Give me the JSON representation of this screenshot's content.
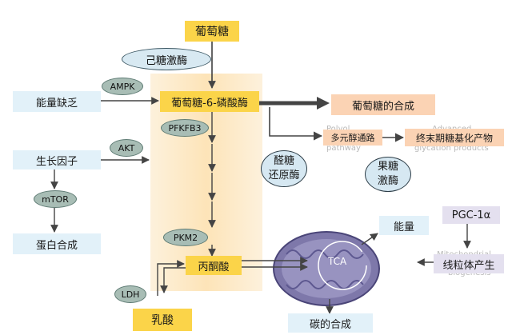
{
  "nodes": {
    "glucose": "葡萄糖",
    "hexokinase": "己糖激酶",
    "ampk": "AMPK",
    "energy_deficit": "能量缺乏",
    "g6p": "葡萄糖-6-磷酸酶",
    "glucose_synthesis": "葡萄糖的合成",
    "pfkfb3": "PFKFB3",
    "polyol_pathway": "多元醇通路",
    "ages": "终末期糖基化产物",
    "akt": "AKT",
    "growth_factor": "生长因子",
    "aldose_reductase": "醛糖\n还原酶",
    "fructokinase": "果糖\n激酶",
    "mtor": "mTOR",
    "protein_synthesis": "蛋白合成",
    "pgc1a": "PGC-1α",
    "energy": "能量",
    "pkm2": "PKM2",
    "pyruvate": "丙酮酸",
    "tca": "TCA",
    "mito_biogenesis": "线粒体产生",
    "ldh": "LDH",
    "lactate": "乳酸",
    "carbon_synthesis": "碳的合成"
  },
  "faded_text": {
    "polyol_ghost_1": "Polyol",
    "polyol_ghost_2": "pathway",
    "ages_ghost_1": "Advanced",
    "ages_ghost_2": "glycation products",
    "mito_ghost_1": "Mitochondrial",
    "mito_ghost_2": "biogenesis"
  },
  "colors": {
    "pathway_column": "#fde9c4",
    "yellow_box": "#fbd449",
    "blue_box": "#e2f1f9",
    "peach_box": "#fbd3b4",
    "lavender_box": "#e4e0ef",
    "enzyme_pill": "#a8bdb5",
    "mitochondrion": "#7e78aa",
    "arrow": "#444444"
  }
}
